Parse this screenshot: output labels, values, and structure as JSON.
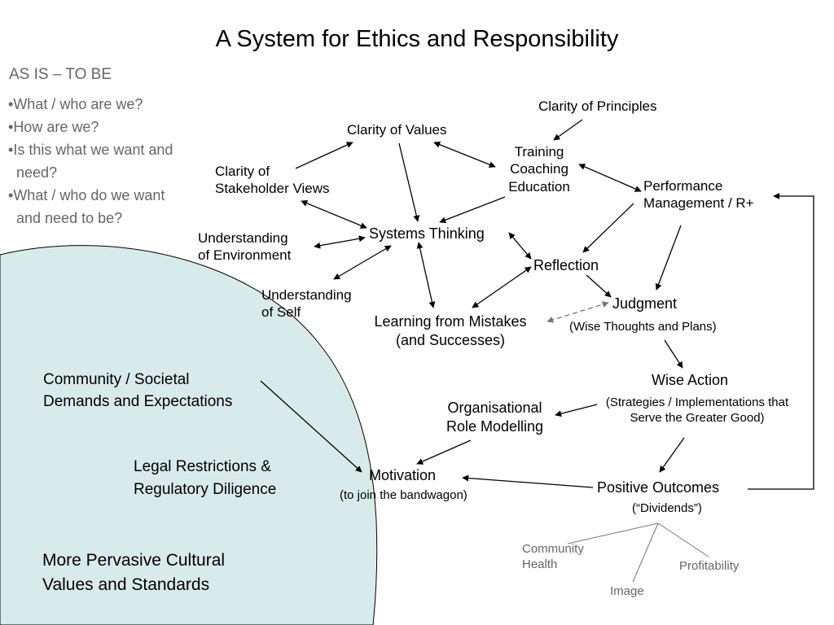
{
  "title": "A System for Ethics and Responsibility",
  "sidebar": {
    "heading": "AS IS – TO BE",
    "questions": [
      "What / who are we?",
      "How are we?",
      "Is this what we want and need?",
      "What / who do we want and need to be?"
    ]
  },
  "nodes": {
    "clarity_principles": "Clarity of Principles",
    "clarity_values": "Clarity of Values",
    "training": [
      "Training",
      "Coaching",
      "Education"
    ],
    "stakeholder_views": [
      "Clarity of",
      "Stakeholder Views"
    ],
    "performance": [
      "Performance",
      "Management / R+"
    ],
    "systems_thinking": "Systems Thinking",
    "environment": [
      "Understanding",
      "of Environment"
    ],
    "reflection": "Reflection",
    "self": [
      "Understanding",
      "of Self"
    ],
    "judgment": "Judgment",
    "judgment_sub": "(Wise Thoughts and Plans)",
    "learning": [
      "Learning from Mistakes",
      "(and Successes)"
    ],
    "wise_action": "Wise Action",
    "wise_action_sub": [
      "(Strategies / Implementations that",
      "Serve the Greater Good)"
    ],
    "role_modelling": [
      "Organisational",
      "Role Modelling"
    ],
    "motivation": "Motivation",
    "motivation_sub": "(to join the bandwagon)",
    "positive_outcomes": "Positive Outcomes",
    "positive_outcomes_sub": "(“Dividends”)"
  },
  "external": {
    "community": [
      "Community / Societal",
      "Demands and Expectations"
    ],
    "legal": [
      "Legal Restrictions &",
      "Regulatory Diligence"
    ],
    "cultural": [
      "More Pervasive Cultural",
      "Values and Standards"
    ]
  },
  "dividends": {
    "community_health": [
      "Community",
      "Health"
    ],
    "image": "Image",
    "profitability": "Profitability"
  },
  "colors": {
    "background_circle": "#d9eaeb",
    "circle_stroke": "#000000",
    "arrow": "#000000",
    "dashed_arrow": "#777777",
    "grey_text": "#666666"
  }
}
